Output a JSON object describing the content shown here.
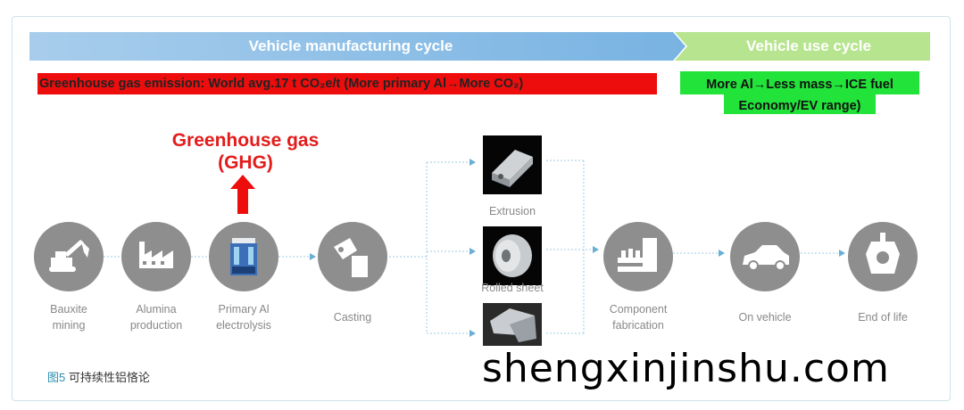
{
  "bands": {
    "manufacturing": "Vehicle manufacturing cycle",
    "use": "Vehicle use cycle"
  },
  "banner_red": "Greenhouse gas emission: World avg.17 t CO₂e/t (More primary Al→More  CO₂)",
  "banner_green": {
    "line1": "More Al→Less mass→ICE fuel",
    "line2": "Economy/EV range)"
  },
  "ghg": {
    "line1": "Greenhouse gas",
    "line2": "(GHG)"
  },
  "steps": {
    "bauxite": [
      "Bauxite",
      "mining"
    ],
    "alumina": [
      "Alumina",
      "production"
    ],
    "primary": [
      "Primary Al",
      "electrolysis"
    ],
    "casting": "Casting",
    "extrusion": "Extrusion",
    "rolled": "Rolled sheet",
    "component": [
      "Component",
      "fabrication"
    ],
    "vehicle": "On vehicle",
    "eol": "End of life"
  },
  "caption": {
    "num": "图5",
    "text": " 可持续性铝悋论"
  },
  "watermark": "shengxinjinshu.com",
  "colors": {
    "red_banner": "#ee0d0d",
    "green_banner": "#22e33a",
    "ghg_red": "#e31b1b",
    "icon_gray": "#8e8e8e",
    "connector_blue": "#6aaed6"
  }
}
